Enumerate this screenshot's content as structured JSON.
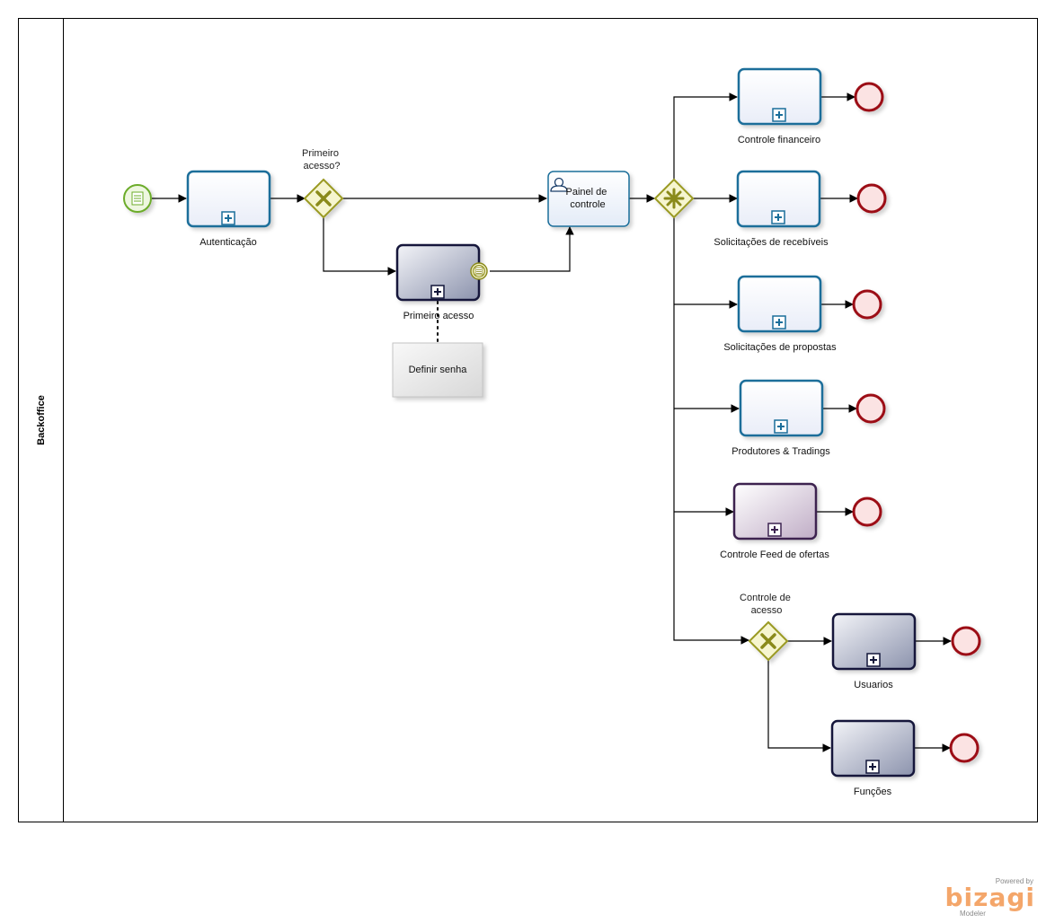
{
  "pool": {
    "label": "Backoffice"
  },
  "tasks": [
    {
      "id": "autenticacao",
      "label": "Autenticação",
      "style": "blue"
    },
    {
      "id": "primeiro-acesso",
      "label": "Primeiro acesso",
      "style": "navy"
    },
    {
      "id": "painel",
      "label": "Painel de controle",
      "style": "user"
    },
    {
      "id": "controle-financeiro",
      "label": "Controle financeiro",
      "style": "blue"
    },
    {
      "id": "solicitacoes-recebiveis",
      "label": "Solicitações de recebíveis",
      "style": "blue"
    },
    {
      "id": "solicitacoes-propostas",
      "label": "Solicitações de propostas",
      "style": "blue"
    },
    {
      "id": "produtores-tradings",
      "label": "Produtores & Tradings",
      "style": "blue"
    },
    {
      "id": "controle-feed",
      "label": "Controle Feed de ofertas",
      "style": "purple"
    },
    {
      "id": "usuarios",
      "label": "Usuarios",
      "style": "navy"
    },
    {
      "id": "funcoes",
      "label": "Funções",
      "style": "navy"
    }
  ],
  "gateways": [
    {
      "id": "gw-primeiro-acesso",
      "label": "Primeiro acesso?",
      "type": "exclusive"
    },
    {
      "id": "gw-parallel",
      "label": "",
      "type": "complex"
    },
    {
      "id": "gw-controle-acesso",
      "label": "Controle de acesso",
      "type": "exclusive"
    }
  ],
  "annotation": {
    "label": "Definir senha"
  },
  "watermark": {
    "top": "Powered by",
    "brand": "bizagi",
    "bottom": "Modeler"
  },
  "colors": {
    "task_blue_stroke": "#1a6e9a",
    "task_navy_stroke": "#12163a",
    "task_purple_stroke": "#3c2350",
    "gateway_stroke": "#9a9a22",
    "gateway_fill": "#f6f5cf",
    "start_stroke": "#6cac2a",
    "end_stroke": "#9c0f14",
    "end_fill": "#fbe3e3",
    "brand": "#f4a66a"
  }
}
